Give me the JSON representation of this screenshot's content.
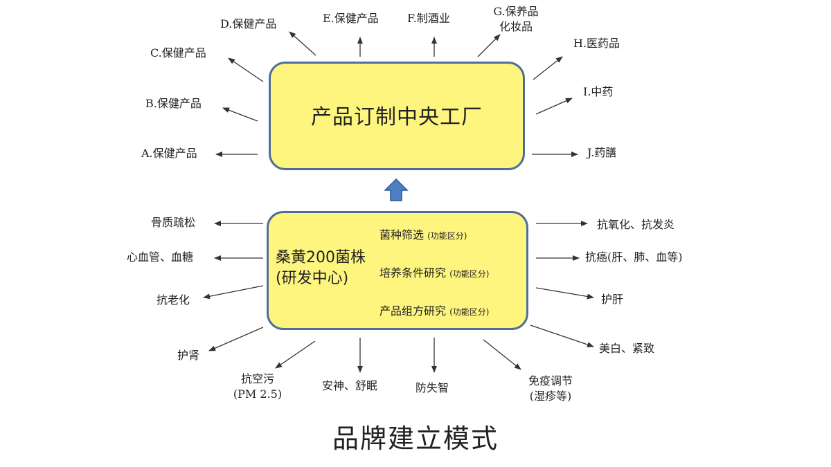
{
  "factory": {
    "title": "产品订制中央工厂"
  },
  "rd_center": {
    "title_line1": "桑黄200菌株",
    "title_line2": "(研发中心)",
    "items": [
      {
        "main": "菌种筛选",
        "note": "(功能区分)"
      },
      {
        "main": "培养条件研究",
        "note": "(功能区分)"
      },
      {
        "main": "产品组方研究",
        "note": "(功能区分)"
      }
    ]
  },
  "factory_outputs": {
    "A": "A.保健产品",
    "B": "B.保健产品",
    "C": "C.保健产品",
    "D": "D.保健产品",
    "E": "E.保健产品",
    "F": "F.制酒业",
    "G_line1": "G.保养品",
    "G_line2": "化妆品",
    "H": "H.医药品",
    "I": "I.中药",
    "J": "J.药膳"
  },
  "rd_outputs": {
    "bone": "骨质疏松",
    "cardio": "心血管、血糖",
    "aging": "抗老化",
    "kidney": "护肾",
    "pollution_line1": "抗空污",
    "pollution_line2": "(PM 2.5)",
    "sleep": "安神、舒眠",
    "dementia": "防失智",
    "immune_line1": "免疫调节",
    "immune_line2": "(湿疹等)",
    "whitening": "美白、紧致",
    "liver": "护肝",
    "cancer": "抗癌(肝、肺、血等)",
    "antioxidant": "抗氧化、抗发炎"
  },
  "page_title": "品牌建立模式",
  "colors": {
    "box_fill": "#fdf57e",
    "box_border": "#4e6e99",
    "up_arrow": "#4f7fc3",
    "connector": "#333333"
  }
}
